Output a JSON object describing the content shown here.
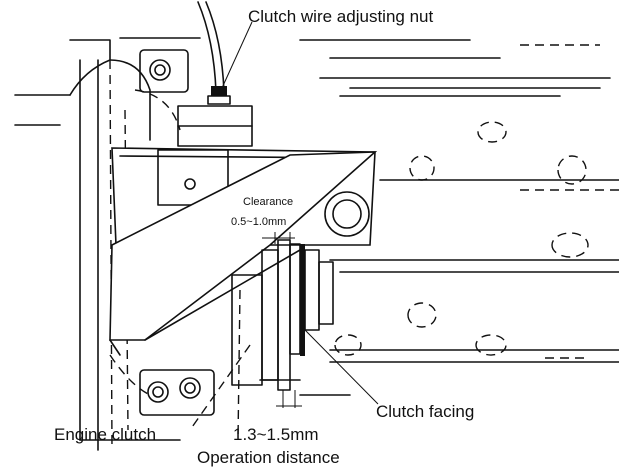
{
  "labels": {
    "clutch_wire_nut": "Clutch wire adjusting nut",
    "clearance_title": "Clearance",
    "clearance_value": "0.5~1.0mm",
    "clutch_facing": "Clutch facing",
    "engine_clutch": "Engine clutch",
    "operation_value": "1.3~1.5mm",
    "operation_title": "Operation distance"
  }
}
